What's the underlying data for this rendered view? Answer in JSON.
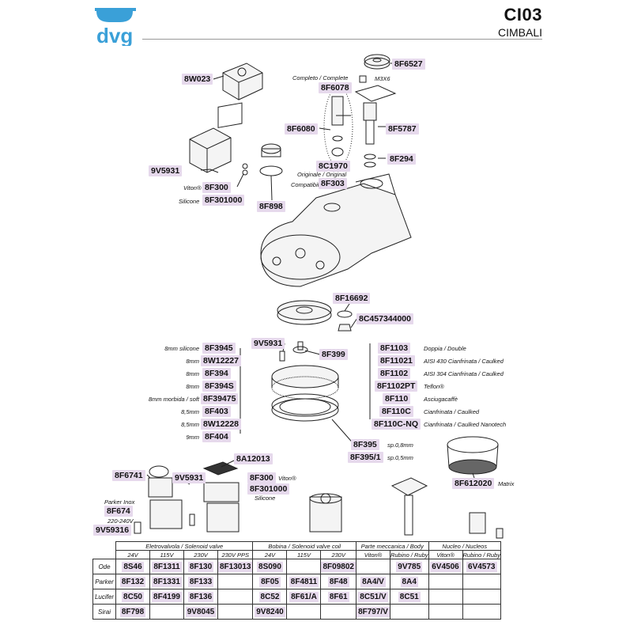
{
  "header": {
    "model": "CI03",
    "brand": "CIMBALI",
    "logo_text": "dvg"
  },
  "labels": {
    "8W023": "8W023",
    "8F6527": "8F6527",
    "M3X6": "M3X6",
    "completo": "Completo / Complete",
    "8F6078": "8F6078",
    "8F5787": "8F5787",
    "8F6080": "8F6080",
    "8F294": "8F294",
    "8C1970": "8C1970",
    "originale": "Originale / Original",
    "compatibile": "Compatibile",
    "8F303": "8F303",
    "9V5931": "9V5931",
    "viton": "Viton®",
    "8F300": "8F300",
    "silicone": "Silicone",
    "8F301000": "8F301000",
    "8F898": "8F898",
    "8F16692": "8F16692",
    "8C457344000": "8C457344000",
    "9V5931b": "9V5931",
    "8F399": "8F399",
    "g1n": "8mm silicone",
    "g1": "8F3945",
    "g2n": "8mm",
    "g2": "8W12227",
    "g3n": "8mm",
    "g3": "8F394",
    "g4n": "8mm",
    "g4": "8F394S",
    "g5n": "8mm morbida / soft",
    "g5": "8F39475",
    "g6n": "8,5mm",
    "g6": "8F403",
    "g7n": "8,5mm",
    "g7": "8W12228",
    "g8n": "9mm",
    "g8": "8F404",
    "f1": "8F1103",
    "f1n": "Doppia / Double",
    "f2": "8F11021",
    "f2n": "AISI 430 Cianfrinata / Caulked",
    "f3": "8F1102",
    "f3n": "AISI 304 Cianfrinata / Caulked",
    "f4": "8F1102PT",
    "f4n": "Teflon®",
    "f5": "8F110",
    "f5n": "Asciugacaffè",
    "f6": "8F110C",
    "f6n": "Cianfrinata / Caulked",
    "f7": "8F110C-NQ",
    "f7n": "Cianfrinata / Caulked Nanotech",
    "8F395": "8F395",
    "sp08": "sp.0,8mm",
    "8F395_1": "8F395/1",
    "sp05": "sp.0,5mm",
    "8F612020": "8F612020",
    "matrix": "Matrix",
    "8A12013": "8A12013",
    "8F6741": "8F6741",
    "9V5931c": "9V5931",
    "8F300b": "8F300",
    "vitonb": "Viton®",
    "8F301000b": "8F301000",
    "siliconeb": "Silicone",
    "parkerinox": "Parker Inox",
    "8F674": "8F674",
    "v220": "220-240V",
    "9V59316": "9V59316"
  },
  "table": {
    "groups": [
      "Eletrovalvola / Solenoid valve",
      "Bobina / Solenoid valve coil",
      "Parte meccanica / Body",
      "Nucleo / Nucleos"
    ],
    "subheaders": [
      "24V",
      "115V",
      "230V",
      "230V PPS",
      "24V",
      "115V",
      "230V",
      "Viton®",
      "Rubino / Ruby",
      "Viton®",
      "Rubino / Ruby"
    ],
    "rows": [
      {
        "label": "Ode",
        "cells": [
          "8S46",
          "8F1311",
          "8F130",
          "8F13013",
          "8S090",
          "",
          "8F09802",
          "",
          "9V785",
          "6V4506",
          "6V4573"
        ]
      },
      {
        "label": "Parker",
        "cells": [
          "8F132",
          "8F1331",
          "8F133",
          "",
          "8F05",
          "8F4811",
          "8F48",
          "8A4/V",
          "8A4",
          "",
          ""
        ]
      },
      {
        "label": "Lucifer",
        "cells": [
          "8C50",
          "8F4199",
          "8F136",
          "",
          "8C52",
          "8F61/A",
          "8F61",
          "8C51/V",
          "8C51",
          "",
          ""
        ]
      },
      {
        "label": "Sirai",
        "cells": [
          "8F798",
          "",
          "9V8045",
          "",
          "9V8240",
          "",
          "",
          "8F797/V",
          "",
          "",
          ""
        ]
      }
    ]
  },
  "colors": {
    "highlight": "#e6d9ec",
    "logo": "#3aa0d8"
  }
}
